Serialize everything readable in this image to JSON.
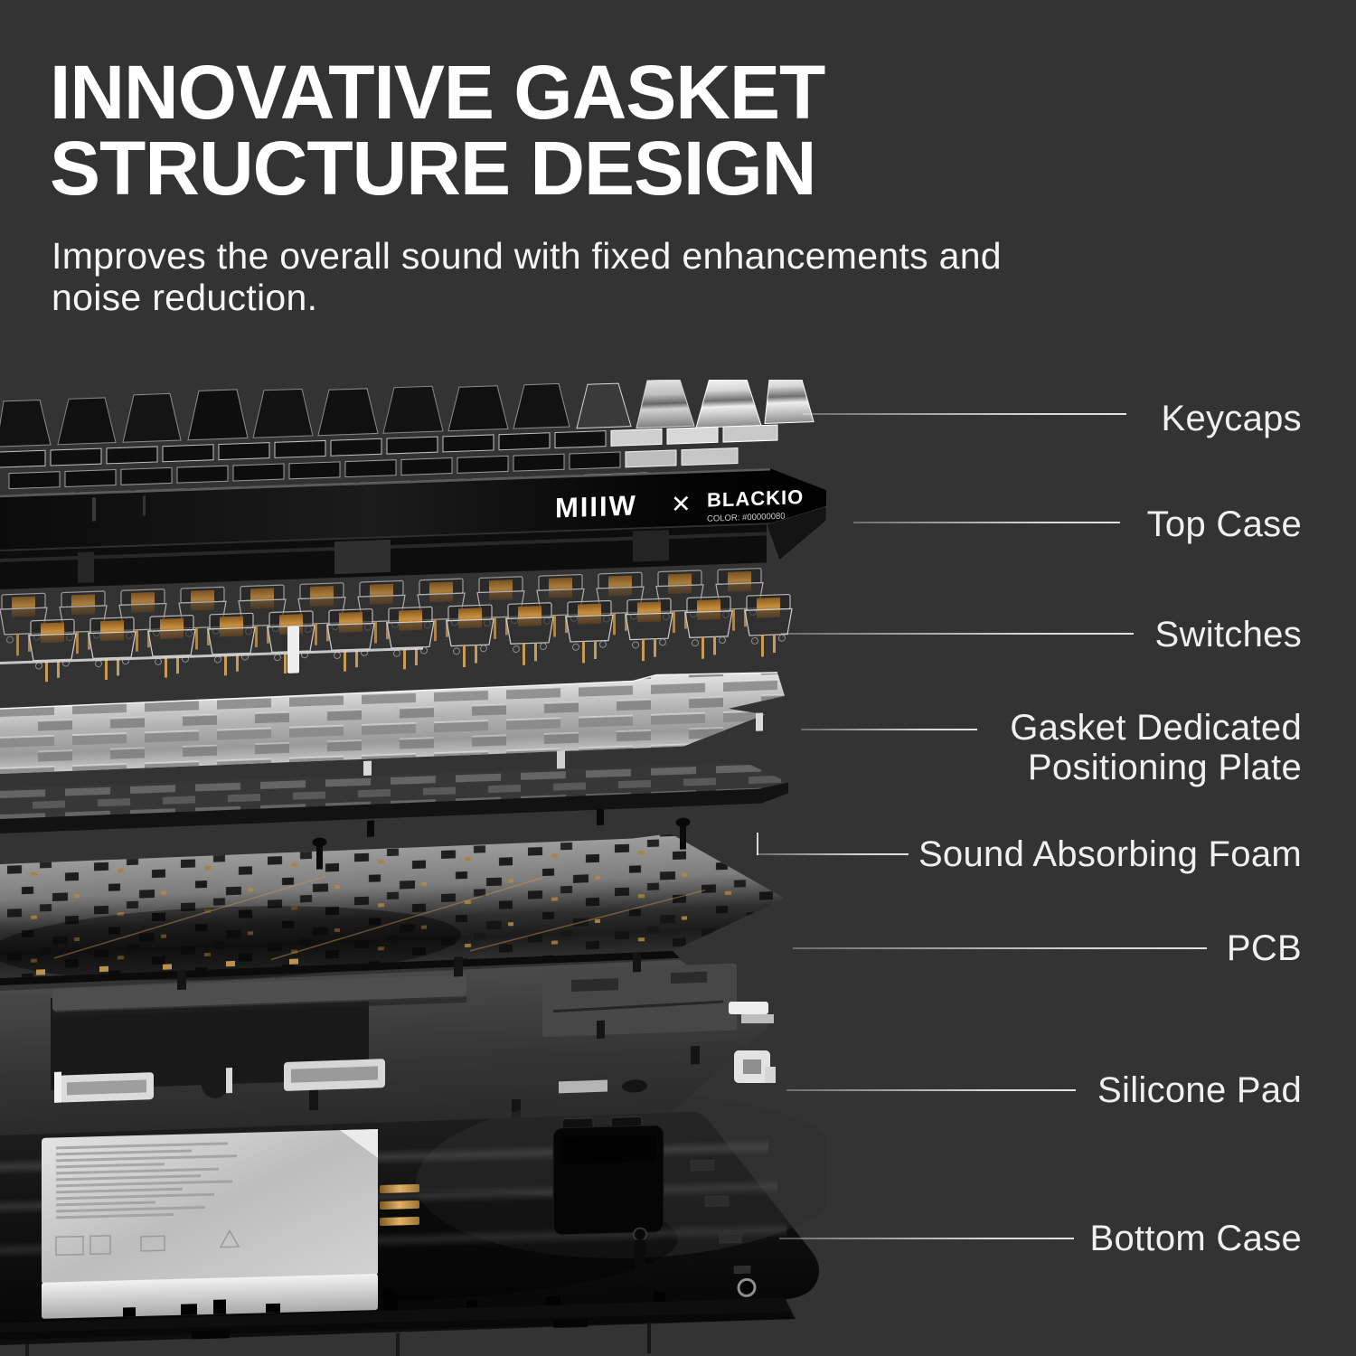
{
  "page": {
    "background_color": "#333333"
  },
  "header": {
    "title": "INNOVATIVE GASKET\nSTRUCTURE DESIGN",
    "subtitle": "Improves the overall sound with fixed enhancements and\nnoise reduction."
  },
  "top_case_branding": {
    "brand_left": "MIIIW",
    "multiply_sign": "✕",
    "brand_right": "BLACKIO",
    "color_code": "COLOR: #00000080"
  },
  "labels": [
    {
      "id": "keycaps",
      "text": "Keycaps"
    },
    {
      "id": "top-case",
      "text": "Top Case"
    },
    {
      "id": "switches",
      "text": "Switches"
    },
    {
      "id": "gasket-plate",
      "text": "Gasket Dedicated\nPositioning Plate"
    },
    {
      "id": "foam",
      "text": "Sound Absorbing Foam"
    },
    {
      "id": "pcb",
      "text": "PCB"
    },
    {
      "id": "silicone-pad",
      "text": "Silicone Pad"
    },
    {
      "id": "bottom-case",
      "text": "Bottom Case"
    }
  ],
  "colors": {
    "title_text": "#ffffff",
    "label_text": "#f0f0f0",
    "leader_line": "#cccccc",
    "switch_stem_amber": "#c88f3e",
    "positioning_plate": "#b9b9b9",
    "battery_silver": "#c9c9c9",
    "gold_pins": "#e2b169"
  }
}
